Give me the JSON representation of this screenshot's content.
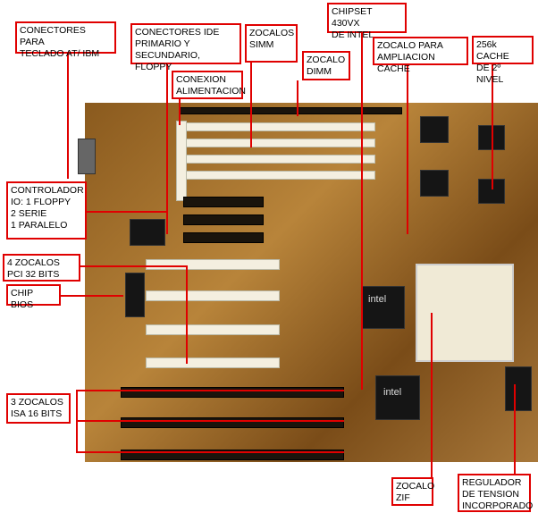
{
  "labels": {
    "keyboard": "CONECTORES PARA\nTECLADO AT/ IBM",
    "ide": "CONECTORES IDE\nPRIMARIO Y\nSECUNDARIO, FLOPPY",
    "power": "CONEXION\nALIMENTACION",
    "simm": "ZOCALOS\nSIMM",
    "dimm": "ZOCALO\nDIMM",
    "chipset": "CHIPSET 430VX\nDE INTEL",
    "cache_socket": "ZOCALO PARA\nAMPLIACION CACHE",
    "cache": "256k CACHE\nDE 2º NIVEL",
    "io": "CONTROLADOR\nIO: 1 FLOPPY\n2 SERIE\n1 PARALELO",
    "pci": "4 ZOCALOS\nPCI 32 BITS",
    "bios": "CHIP BIOS",
    "isa": "3 ZOCALOS\nISA 16 BITS",
    "zif": "ZOCALO\nZIF",
    "regulator": "REGULADOR\nDE TENSION\nINCORPORADO"
  },
  "chip_marks": {
    "intel1": "intel",
    "intel2": "intel"
  }
}
